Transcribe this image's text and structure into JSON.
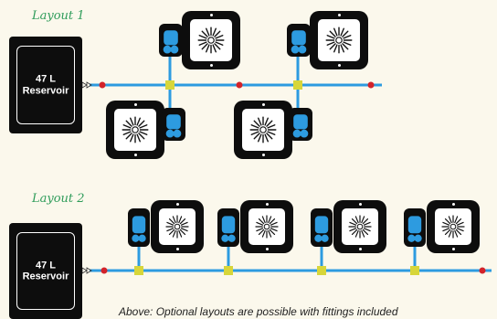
{
  "layouts": [
    {
      "title": "Layout 1",
      "reservoir": {
        "volume": "47 L",
        "name": "Reservoir"
      }
    },
    {
      "title": "Layout 2",
      "reservoir": {
        "volume": "47 L",
        "name": "Reservoir"
      }
    }
  ],
  "caption": "Above: Optional layouts are possible with fittings included",
  "colors": {
    "background": "#fbf8ec",
    "pot": "#0d0d0d",
    "pipe": "#2d9be0",
    "valve": "#2d9be0",
    "tee_fitting": "#d7d63a",
    "end_cap": "#d2232a",
    "title": "#2f9c5a"
  }
}
